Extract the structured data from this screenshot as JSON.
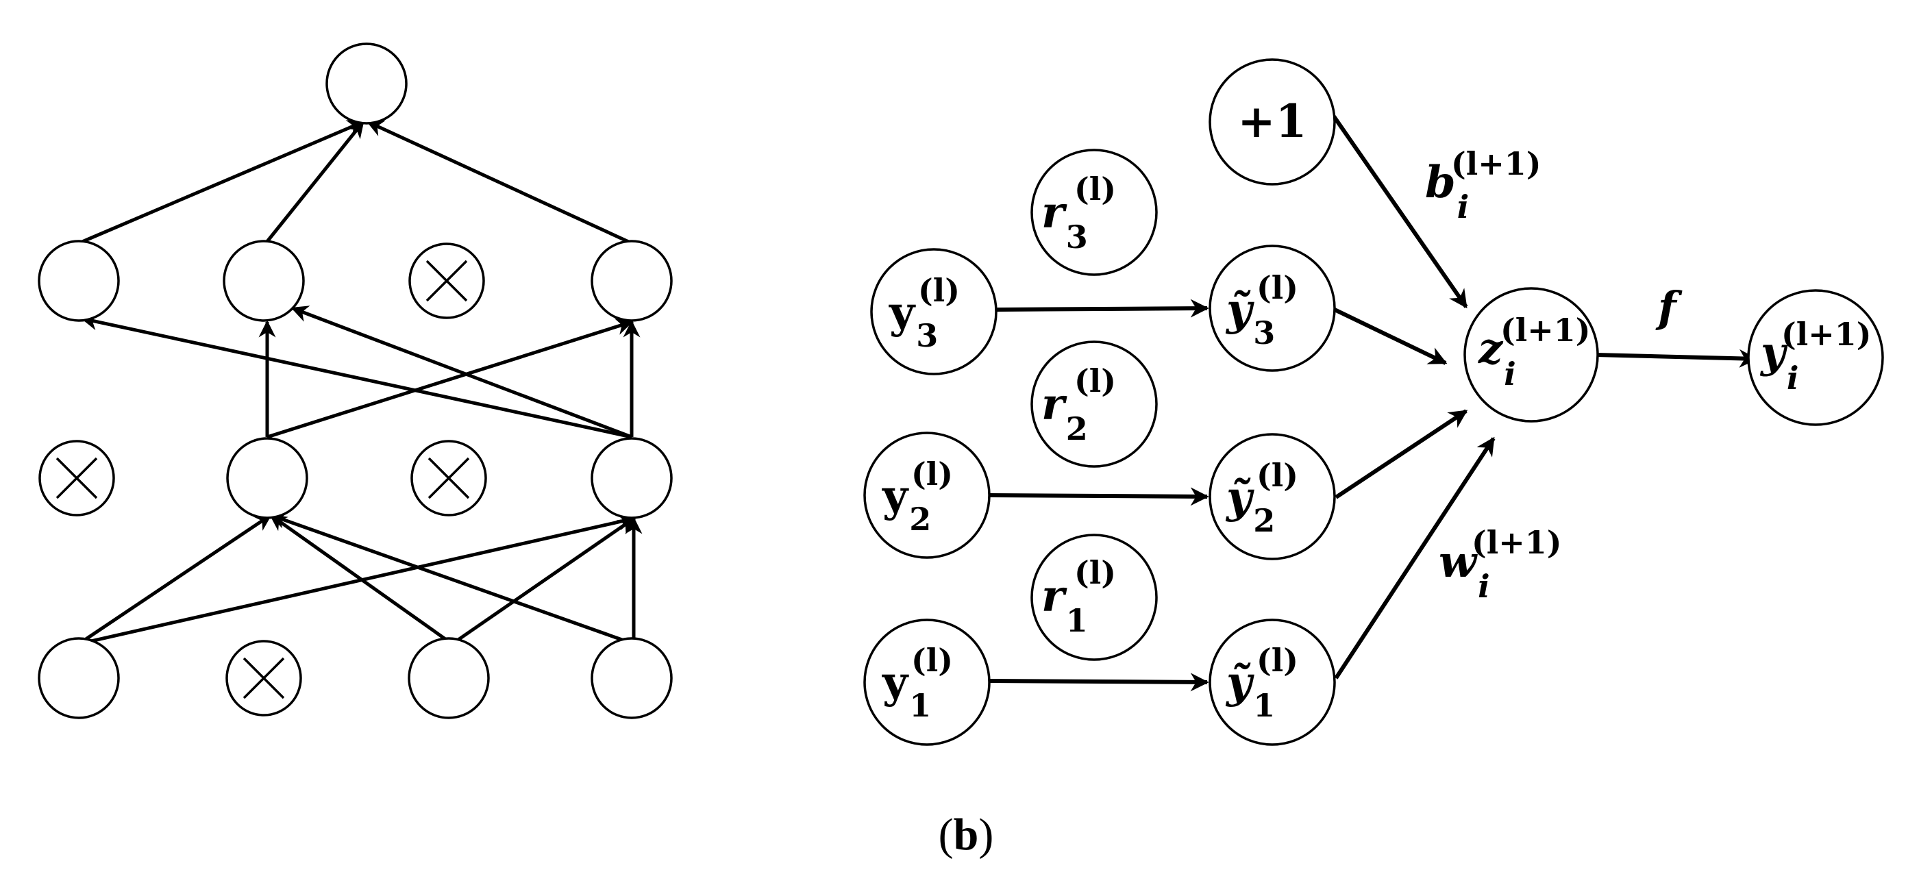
{
  "caption": {
    "open": "(",
    "letter": "b",
    "close": ")"
  },
  "diagram_b": {
    "bias": "+1",
    "r3": {
      "base": "r",
      "sub": "3",
      "sup": "(l)"
    },
    "r2": {
      "base": "r",
      "sub": "2",
      "sup": "(l)"
    },
    "r1": {
      "base": "r",
      "sub": "1",
      "sup": "(l)"
    },
    "y3": {
      "base": "y",
      "sub": "3",
      "sup": "(l)"
    },
    "y2": {
      "base": "y",
      "sub": "2",
      "sup": "(l)"
    },
    "y1": {
      "base": "y",
      "sub": "1",
      "sup": "(l)"
    },
    "yt3": {
      "base": "ỹ",
      "sub": "3",
      "sup": "(l)"
    },
    "yt2": {
      "base": "ỹ",
      "sub": "2",
      "sup": "(l)"
    },
    "yt1": {
      "base": "ỹ",
      "sub": "1",
      "sup": "(l)"
    },
    "z": {
      "base": "z",
      "sub": "i",
      "sup": "(l+1)"
    },
    "yout": {
      "base": "y",
      "sub": "i",
      "sup": "(l+1)"
    },
    "b": {
      "base": "b",
      "sub": "i",
      "sup": "(l+1)"
    },
    "w": {
      "base": "w",
      "sub": "i",
      "sup": "(l+1)"
    },
    "f": "f"
  }
}
